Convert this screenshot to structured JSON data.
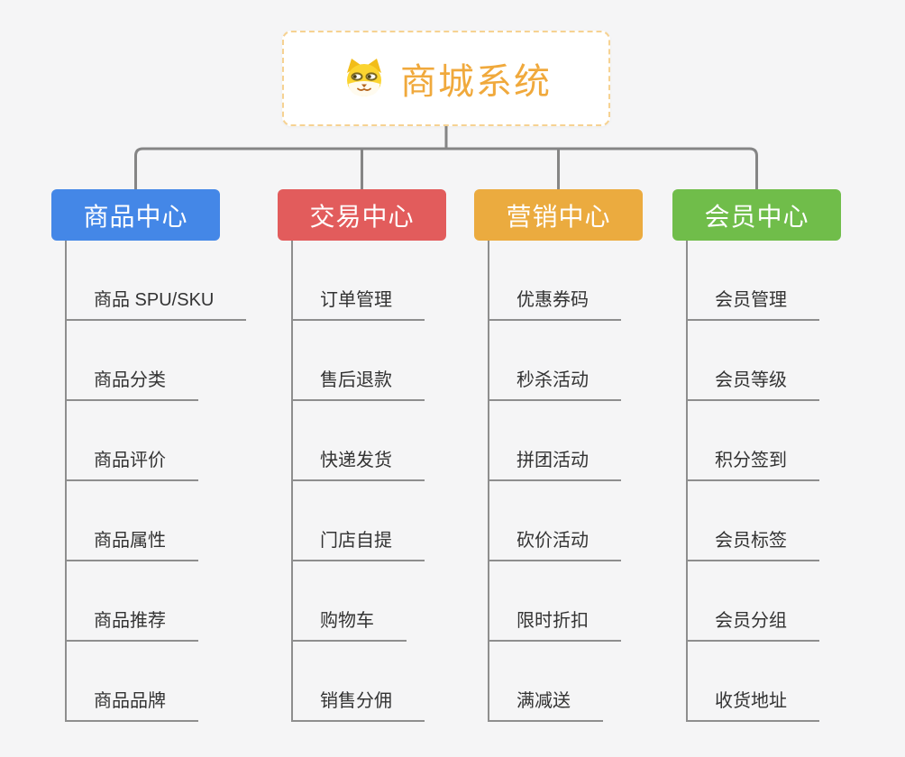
{
  "root": {
    "title": "商城系统",
    "icon": "dog-face-icon",
    "accent_color": "#F0A93C",
    "border_color": "#F6D292"
  },
  "connector_color": "#858585",
  "line_color": "#8E8E8E",
  "branches": [
    {
      "label": "商品中心",
      "color": "#4487E7",
      "items": [
        "商品 SPU/SKU",
        "商品分类",
        "商品评价",
        "商品属性",
        "商品推荐",
        "商品品牌"
      ]
    },
    {
      "label": "交易中心",
      "color": "#E25C5C",
      "items": [
        "订单管理",
        "售后退款",
        "快递发货",
        "门店自提",
        "购物车",
        "销售分佣"
      ]
    },
    {
      "label": "营销中心",
      "color": "#EBAB3F",
      "items": [
        "优惠券码",
        "秒杀活动",
        "拼团活动",
        "砍价活动",
        "限时折扣",
        "满减送"
      ]
    },
    {
      "label": "会员中心",
      "color": "#70BD4A",
      "items": [
        "会员管理",
        "会员等级",
        "积分签到",
        "会员标签",
        "会员分组",
        "收货地址"
      ]
    }
  ]
}
